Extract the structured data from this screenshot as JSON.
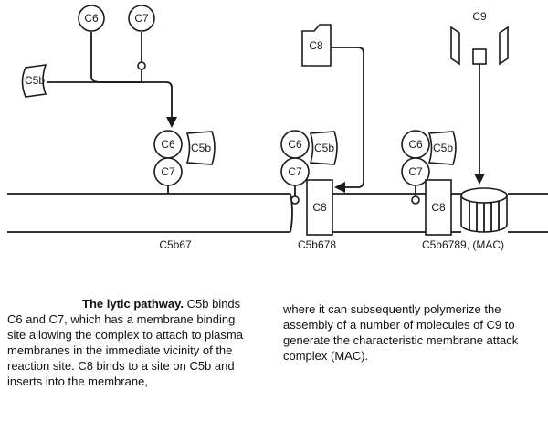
{
  "labels": {
    "c6": "C6",
    "c7": "C7",
    "c5b": "C5b",
    "c8": "C8",
    "c9": "C9",
    "complex_1": "C5b67",
    "complex_2": "C5b678",
    "complex_3": "C5b6789, (MAC)"
  },
  "caption": {
    "title": "The lytic pathway.",
    "left_text": " C5b binds C6 and C7, which has a membrane binding site allowing the complex to attach to plasma membranes in the immediate vicinity of the reaction site. C8 binds to a site on C5b and inserts into the membrane,",
    "right_text": "where it can subsequently polymerize the assembly of a number of molecules of C9 to generate the characteristic membrane attack complex (MAC)."
  }
}
